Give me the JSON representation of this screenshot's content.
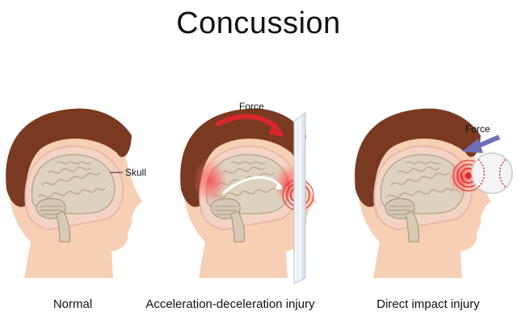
{
  "title": "Concussion",
  "panels": [
    {
      "caption": "Normal",
      "label": "Skull"
    },
    {
      "caption": "Acceleration-deceleration injury",
      "label": "Force"
    },
    {
      "caption": "Direct impact injury",
      "label": "Force"
    }
  ],
  "colors": {
    "skin": "#f6cfb4",
    "hair": "#7a3a22",
    "brain": "#ddd2bf",
    "impact": "#e0252b",
    "arrow_red": "#d9262b",
    "arrow_blue": "#6f6fb7",
    "wall": "#e8edf6"
  },
  "icons": [
    "brain-icon",
    "baseball-icon",
    "wall-icon",
    "force-arrow-icon"
  ]
}
